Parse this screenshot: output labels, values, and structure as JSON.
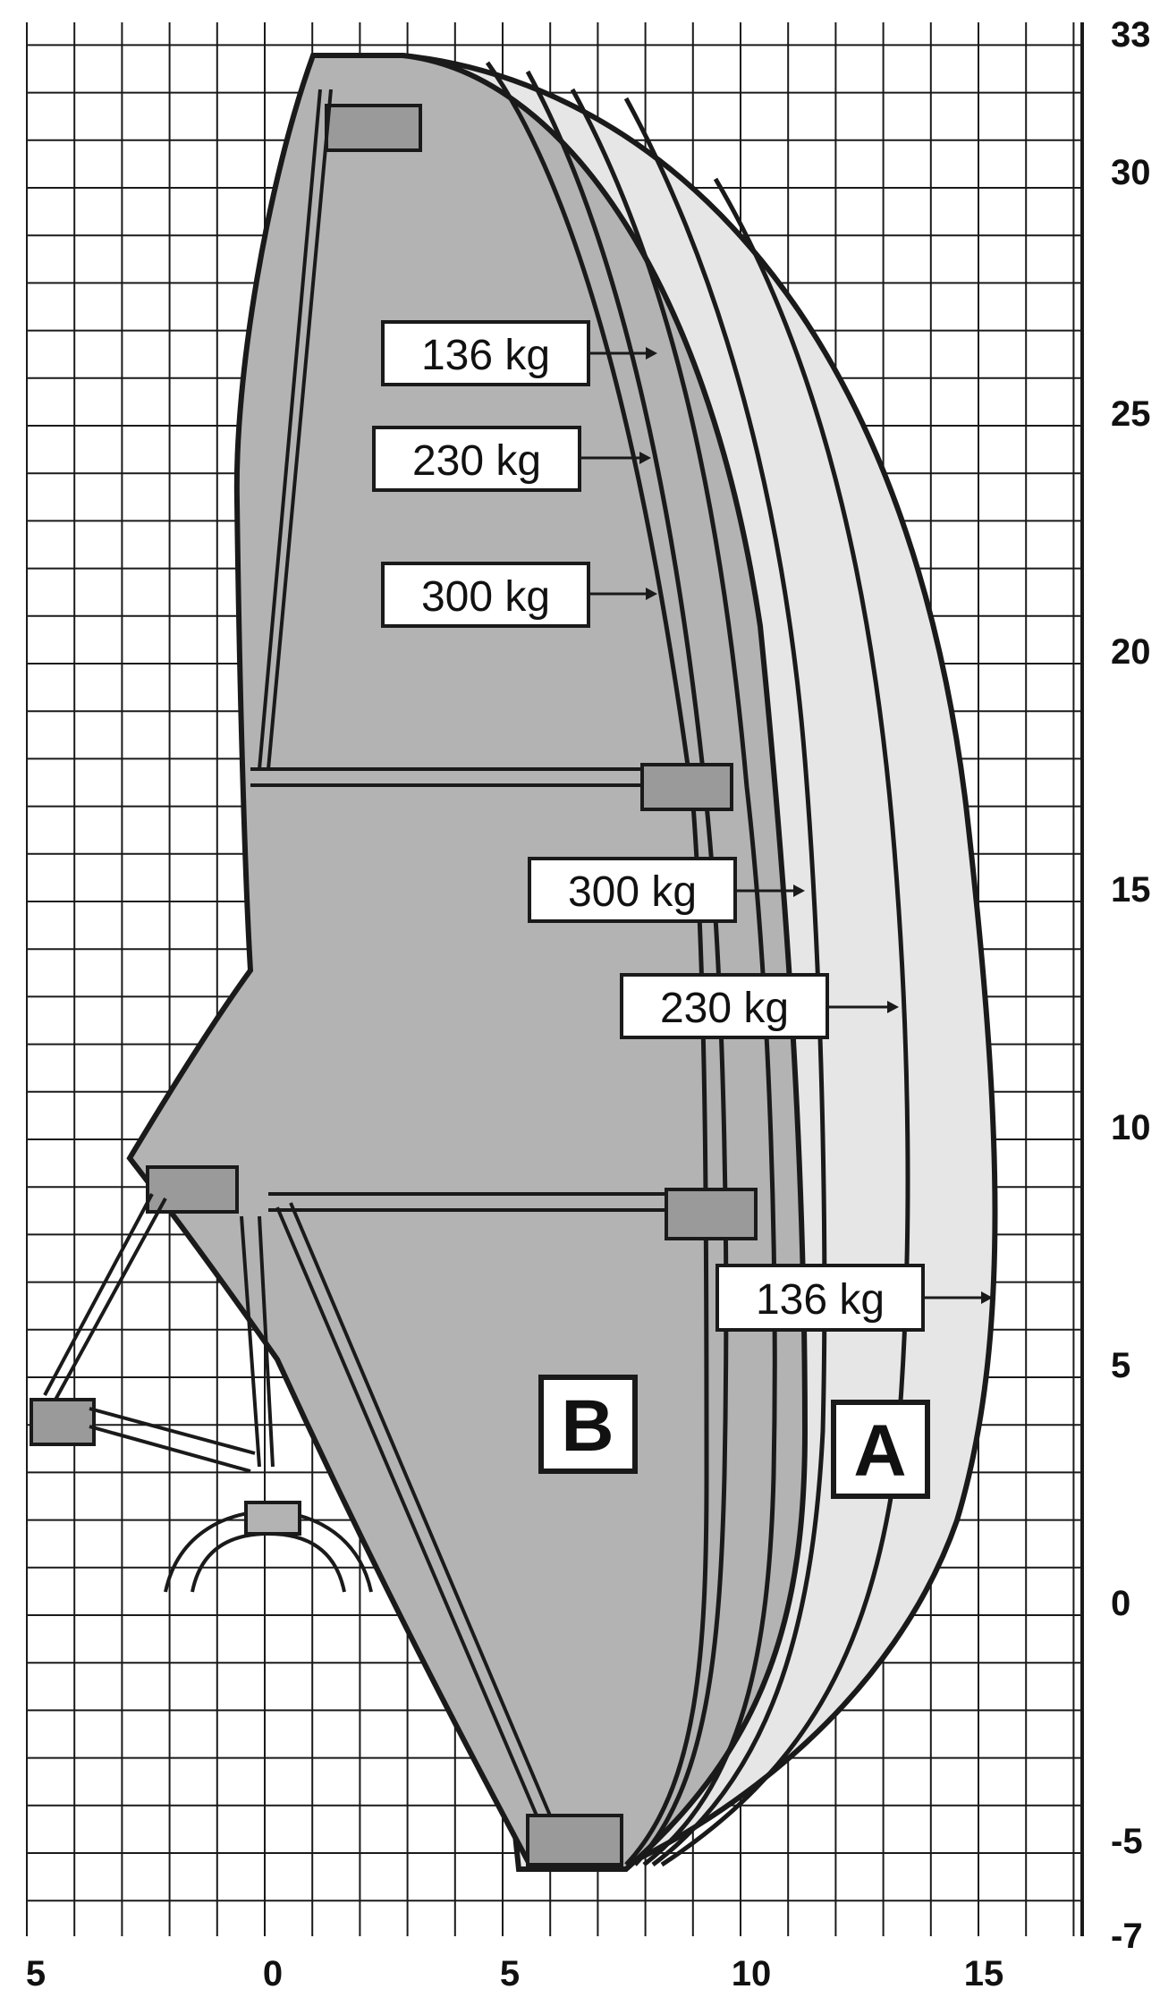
{
  "axes": {
    "x_ticks": [
      "5",
      "0",
      "5",
      "10",
      "15"
    ],
    "y_ticks": [
      "33",
      "30",
      "25",
      "20",
      "15",
      "10",
      "5",
      "0",
      "-5",
      "-7"
    ]
  },
  "load_labels": {
    "upper_136": "136 kg",
    "upper_230": "230 kg",
    "upper_300": "300 kg",
    "mid_300": "300 kg",
    "mid_230": "230 kg",
    "lower_136": "136 kg"
  },
  "zones": {
    "a": "A",
    "b": "B"
  },
  "colors": {
    "zone_b_fill": "#b3b3b3",
    "zone_a_fill": "#e6e6e6",
    "outline": "#1a1a1a",
    "grid": "#1a1a1a",
    "label_box": "#ffffff"
  }
}
